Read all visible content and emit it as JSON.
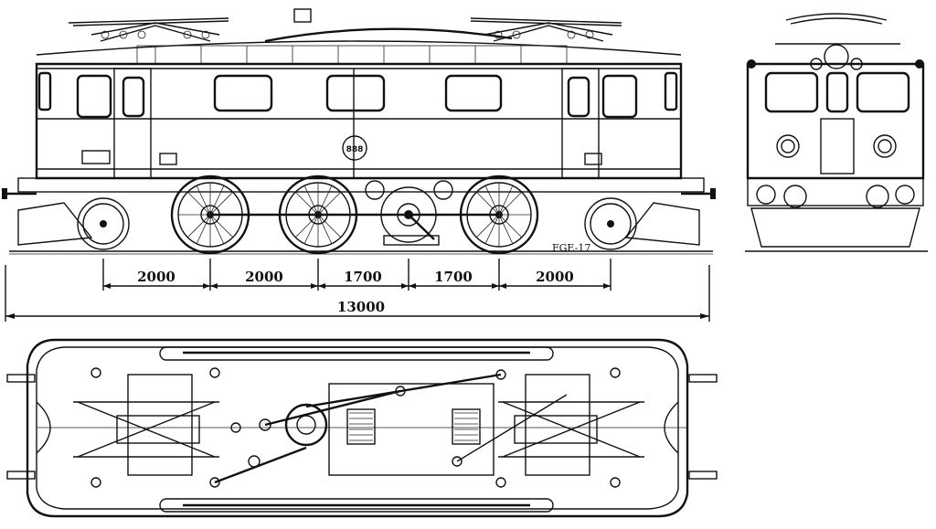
{
  "drawing": {
    "model_code": "FGE-17",
    "number_plate": "888",
    "dimensions": {
      "spacings": [
        "2000",
        "2000",
        "1700",
        "1700",
        "2000"
      ],
      "overall_length": "13000"
    }
  },
  "colors": {
    "ink": "#111111",
    "paper": "#ffffff"
  }
}
